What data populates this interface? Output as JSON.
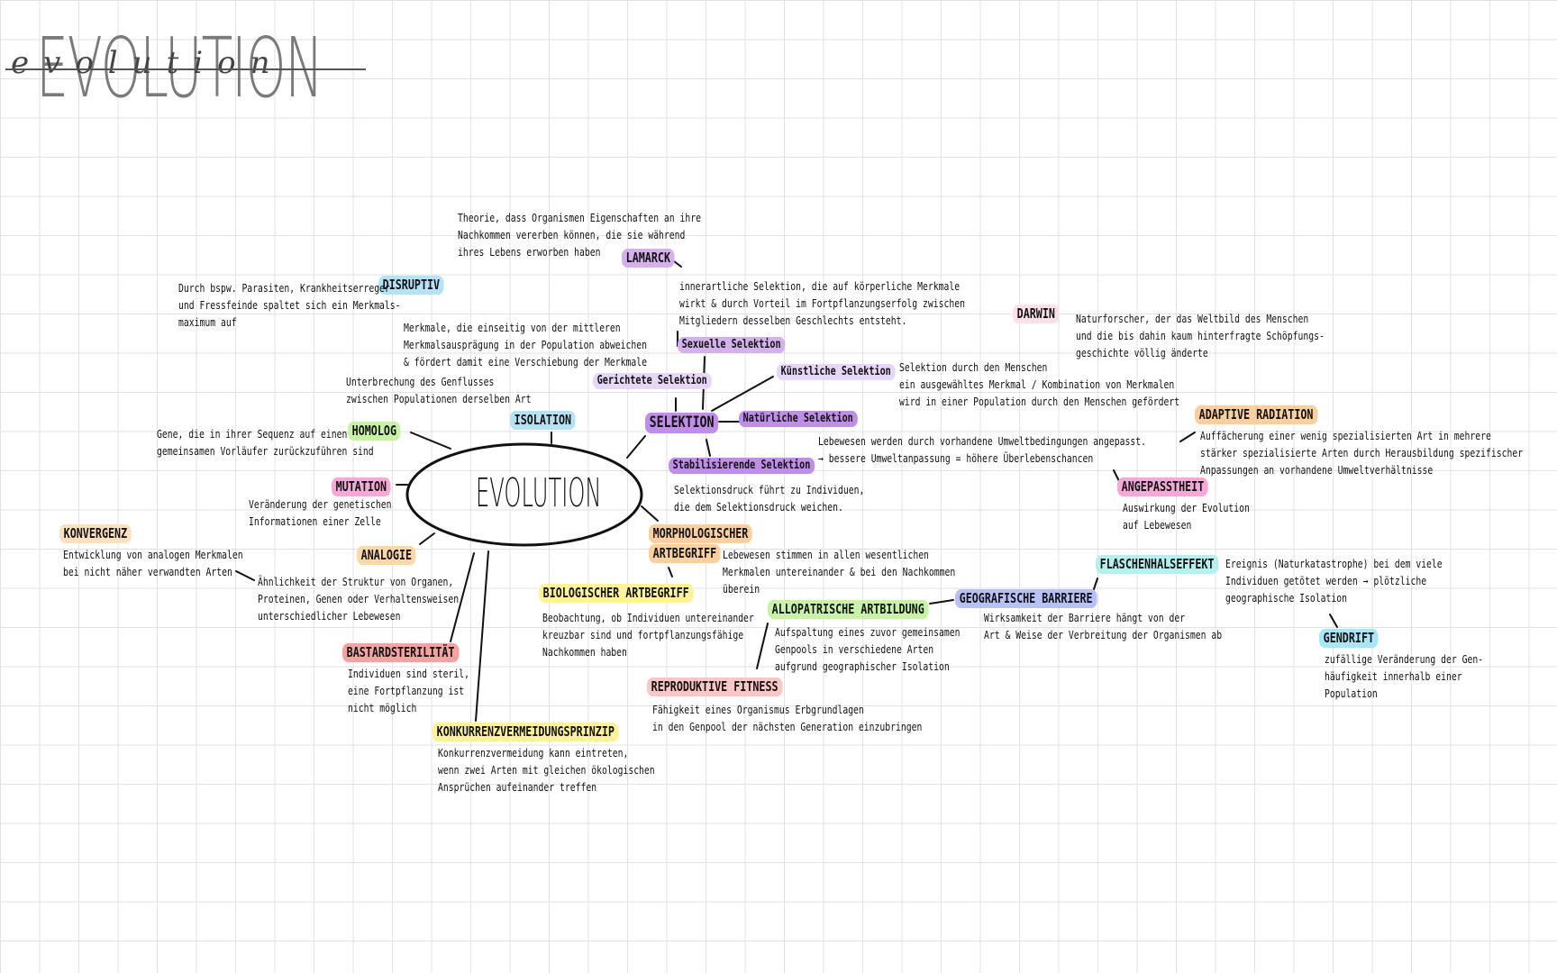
{
  "title": {
    "big": "EVOLUTION",
    "script": "evolution"
  },
  "center": "EVOLUTION",
  "colors": {
    "blue": "#b5e3f5",
    "purple": "#d4b0ec",
    "lavender": "#e6d6f7",
    "violet": "#bf8ee6",
    "pink": "#f6a8d6",
    "orange": "#fbcf9e",
    "peach": "#fde0be",
    "red": "#f4a3a0",
    "yellow": "#fff39a",
    "green": "#c8f3a6",
    "cyan": "#b6f0ee",
    "indigo": "#b7c0f7",
    "sky": "#a9e6f6",
    "apricot": "#fcd7a8"
  },
  "nodes": {
    "lamarck": {
      "label": "LAMARCK",
      "text": "Theorie, dass Organismen Eigenschaften an ihre\nNachkommen vererben können, die sie während\nihres Lebens erworben haben"
    },
    "disruptiv": {
      "label": "DISRUPTIV",
      "text": "Durch bspw. Parasiten, Krankheitserreger\nund Fressfeinde spaltet sich ein Merkmals-\nmaximum auf"
    },
    "sexuelle_selektion": {
      "label": "Sexuelle Selektion",
      "text": "innerartliche Selektion, die auf körperliche Merkmale\nwirkt & durch Vorteil im Fortpflanzungserfolg zwischen\nMitgliedern desselben Geschlechts entsteht."
    },
    "gerichtete_selektion": {
      "label": "Gerichtete Selektion",
      "text": "Merkmale, die einseitig von der mittleren\nMerkmalsausprägung in der Population abweichen\n& fördert damit eine Verschiebung der Merkmale"
    },
    "darwin": {
      "label": "DARWIN",
      "text": "Naturforscher, der das Weltbild des Menschen\nund die bis dahin kaum hinterfragte Schöpfungs-\ngeschichte völlig änderte"
    },
    "kuenstliche_selektion": {
      "label": "Künstliche Selektion",
      "text": "Selektion durch den Menschen\nein ausgewähltes Merkmal / Kombination von Merkmalen\nwird in einer Population durch den Menschen gefördert"
    },
    "isolation": {
      "label": "ISOLATION",
      "text": "Unterbrechung des Genflusses\nzwischen Populationen derselben Art"
    },
    "selektion": {
      "label": "SELEKTION"
    },
    "natuerliche_selektion": {
      "label": "Natürliche Selektion",
      "text": "Lebewesen werden durch vorhandene Umweltbedingungen angepasst.\n→ bessere Umweltanpassung = höhere Überlebenschancen"
    },
    "adaptive_radiation": {
      "label": "ADAPTIVE RADIATION",
      "text": "Auffächerung einer wenig spezialisierten Art in mehrere\nstärker spezialisierte Arten durch Herausbildung spezifischer\nAnpassungen an vorhandene Umweltverhältnisse"
    },
    "homolog": {
      "label": "HOMOLOG",
      "text": "Gene, die in ihrer Sequenz auf einen\ngemeinsamen Vorläufer zurückzuführen sind"
    },
    "mutation": {
      "label": "MUTATION",
      "text": "Veränderung der genetischen\nInformationen einer Zelle"
    },
    "stabilisierende_selektion": {
      "label": "Stabilisierende Selektion",
      "text": "Selektionsdruck führt zu Individuen,\ndie dem Selektionsdruck weichen."
    },
    "angepasstheit": {
      "label": "ANGEPASSTHEIT",
      "text": "Auswirkung der Evolution\nauf Lebewesen"
    },
    "konvergenz": {
      "label": "KONVERGENZ",
      "text": "Entwicklung von analogen Merkmalen\nbei nicht näher verwandten Arten"
    },
    "analogie": {
      "label": "ANALOGIE",
      "text": "Ähnlichkeit der Struktur von Organen,\nProteinen, Genen oder Verhaltensweisen\nunterschiedlicher Lebewesen"
    },
    "morphologischer_artbegriff": {
      "label_1": "MORPHOLOGISCHER",
      "label_2": "ARTBEGRIFF",
      "text": "Lebewesen stimmen in allen wesentlichen\nMerkmalen untereinander & bei den Nachkommen\nüberein"
    },
    "flaschenhalseffekt": {
      "label": "FLASCHENHALSEFFEKT",
      "text": "Ereignis (Naturkatastrophe) bei dem viele\nIndividuen getötet werden → plötzliche\ngeographische Isolation"
    },
    "biologischer_artbegriff": {
      "label": "BIOLOGISCHER ARTBEGRIFF",
      "text": "Beobachtung, ob Individuen untereinander\nkreuzbar sind und fortpflanzungsfähige\nNachkommen haben"
    },
    "allopatrische_artbildung": {
      "label": "ALLOPATRISCHE ARTBILDUNG",
      "text": "Aufspaltung eines zuvor gemeinsamen\nGenpools in verschiedene Arten\naufgrund geographischer Isolation"
    },
    "geografische_barriere": {
      "label": "GEOGRAFISCHE BARRIERE",
      "text": "Wirksamkeit der Barriere hängt von der\nArt & Weise der Verbreitung der Organismen ab"
    },
    "gendrift": {
      "label": "GENDRIFT",
      "text": "zufällige Veränderung der Gen-\nhäufigkeit innerhalb einer\nPopulation"
    },
    "bastardsterilitaet": {
      "label": "BASTARDSTERILITÄT",
      "text": "Individuen sind steril,\neine Fortpflanzung ist\nnicht möglich"
    },
    "reproduktive_fitness": {
      "label": "REPRODUKTIVE FITNESS",
      "text": "Fähigkeit eines Organismus Erbgrundlagen\nin den Genpool der nächsten Generation einzubringen"
    },
    "konkurrenzvermeidungsprinzip": {
      "label": "KONKURRENZVERMEIDUNGSPRINZIP",
      "text": "Konkurrenzvermeidung kann eintreten,\nwenn zwei Arten mit gleichen ökologischen\nAnsprüchen aufeinander treffen"
    }
  }
}
